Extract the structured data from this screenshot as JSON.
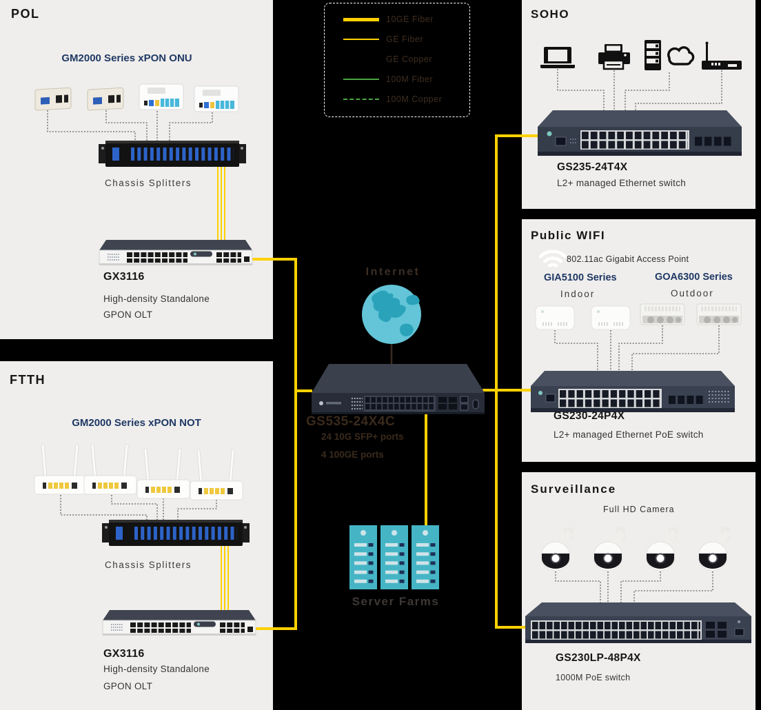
{
  "pol": {
    "title": "POL",
    "series_label": "GM2000 Series xPON ONU",
    "splitter_label": "Chassis Splitters",
    "olt_model": "GX3116",
    "olt_desc_1": "High-density Standalone",
    "olt_desc_2": "GPON OLT"
  },
  "ftth": {
    "title": "FTTH",
    "series_label": "GM2000 Series xPON NOT",
    "splitter_label": "Chassis Splitters",
    "olt_model": "GX3116",
    "olt_desc_1": "High-density Standalone",
    "olt_desc_2": "GPON OLT"
  },
  "soho": {
    "title": "SOHO",
    "switch_model": "GS235-24T4X",
    "switch_desc": "L2+ managed Ethernet switch"
  },
  "public_wifi": {
    "title": "Public WIFI",
    "ap_note": "802.11ac Gigabit Access Point",
    "indoor_series": "GIA5100 Series",
    "indoor_label": "Indoor",
    "outdoor_series": "GOA6300 Series",
    "outdoor_label": "Outdoor",
    "switch_model": "GS230-24P4X",
    "switch_desc": "L2+ managed Ethernet PoE switch"
  },
  "surveillance": {
    "title": "Surveillance",
    "camera_label": "Full HD Camera",
    "switch_model": "GS230LP-48P4X",
    "switch_desc": "1000M PoE switch"
  },
  "core": {
    "internet_label": "Internet",
    "switch_model": "GS535-24X4C",
    "switch_spec_1": "24 10G SFP+ ports",
    "switch_spec_2": "4 100GE ports",
    "server_farms_label": "Server Farms"
  },
  "legend": {
    "items": [
      {
        "label": "10GE Fiber",
        "style": "thick-yellow-solid"
      },
      {
        "label": "GE Fiber",
        "style": "yellow-solid"
      },
      {
        "label": "GE Copper",
        "style": "black-solid"
      },
      {
        "label": "100M Fiber",
        "style": "green-solid"
      },
      {
        "label": "100M Copper",
        "style": "green-dashed"
      }
    ]
  },
  "colors": {
    "fiber_yellow": "#FFD100",
    "copper_100m_green": "#4BA546",
    "heading_navy": "#1F3864",
    "panel_bg": "#EFEEEC",
    "globe_teal": "#63C5D7",
    "server_teal": "#45B5C6",
    "dark_label_on_black": "#3A2A1C"
  }
}
